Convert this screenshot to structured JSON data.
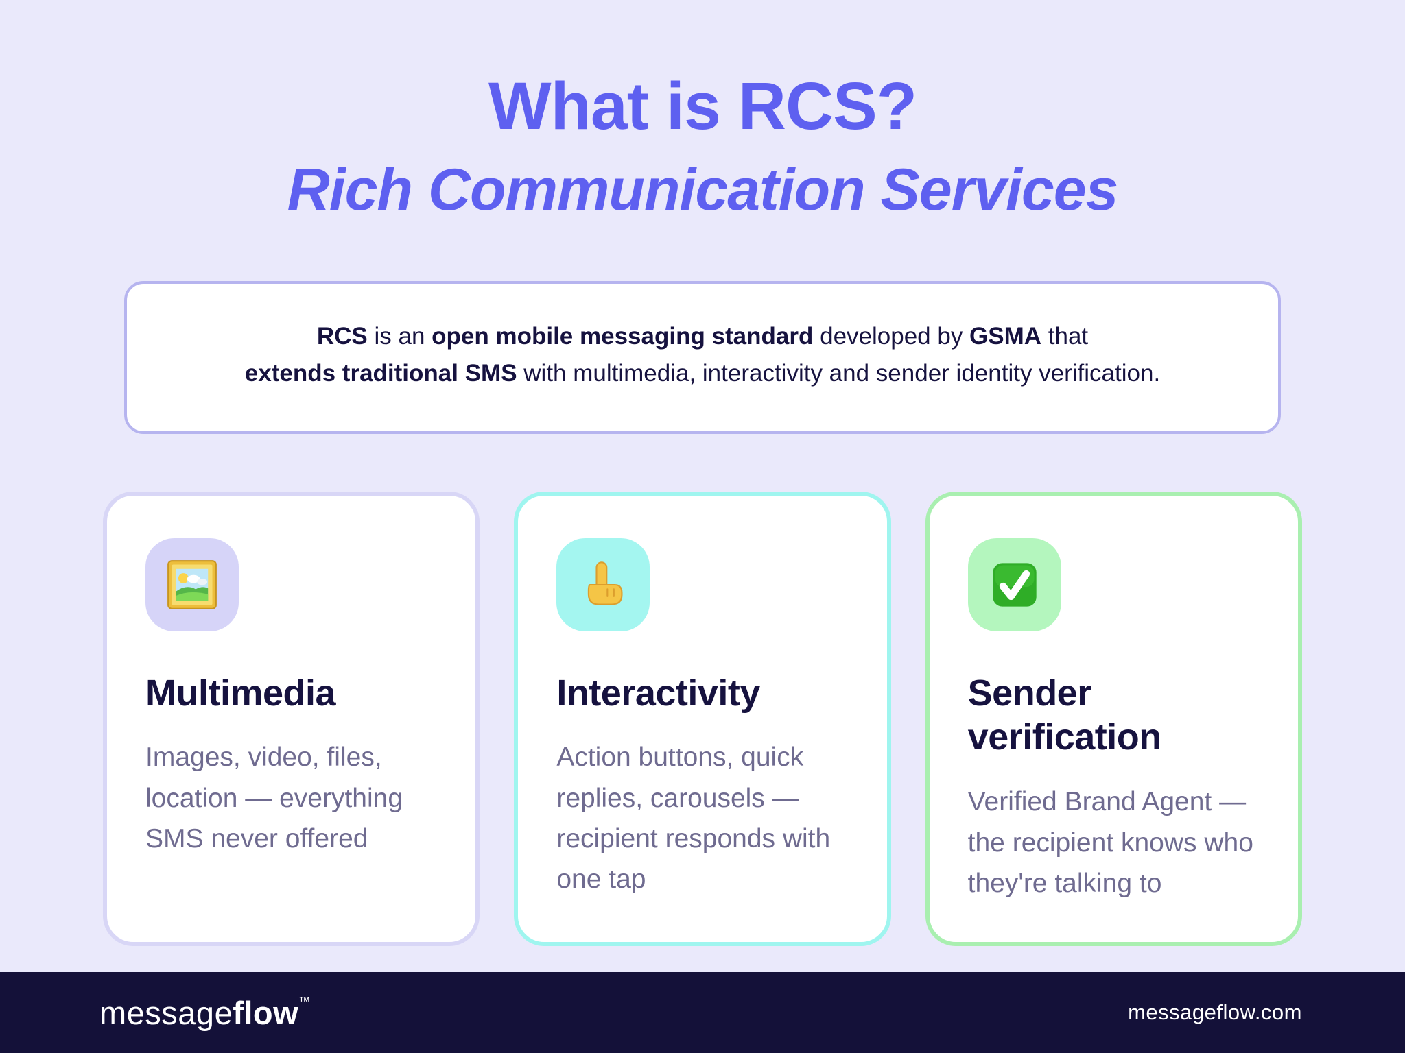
{
  "page": {
    "title": "What is RCS?",
    "subtitle": "Rich Communication Services"
  },
  "description": {
    "line1": [
      "RCS",
      " is an ",
      "open mobile messaging standard",
      " developed by ",
      "GSMA",
      " that"
    ],
    "line2": [
      "extends traditional SMS",
      " with multimedia, interactivity and sender identity verification."
    ]
  },
  "cards": [
    {
      "icon": "framed-picture-icon",
      "tile_color": "#D6D4F8",
      "border_color": "#D8D6F6",
      "title": "Multimedia",
      "description": "Images, video, files, location — everything SMS never offered"
    },
    {
      "icon": "pointing-up-hand-icon",
      "tile_color": "#A4F6F0",
      "border_color": "#9FF5EF",
      "title": "Interactivity",
      "description": "Action buttons, quick replies, carousels — recipient responds with one tap"
    },
    {
      "icon": "check-mark-icon",
      "tile_color": "#B4F6BE",
      "border_color": "#A9EFB0",
      "title": "Sender verification",
      "description": "Verified Brand Agent — the recipient knows who they're talking to"
    }
  ],
  "footer": {
    "logo_message": "message",
    "logo_flow": "flow",
    "logo_tm": "™",
    "website": "messageflow.com"
  },
  "colors": {
    "background": "#EAE9FB",
    "heading_purple": "#5E60F0",
    "text_dark_navy": "#16123F",
    "text_muted": "#6F6B90",
    "desc_border": "#B6B4EF",
    "footer_bg": "#141139"
  }
}
